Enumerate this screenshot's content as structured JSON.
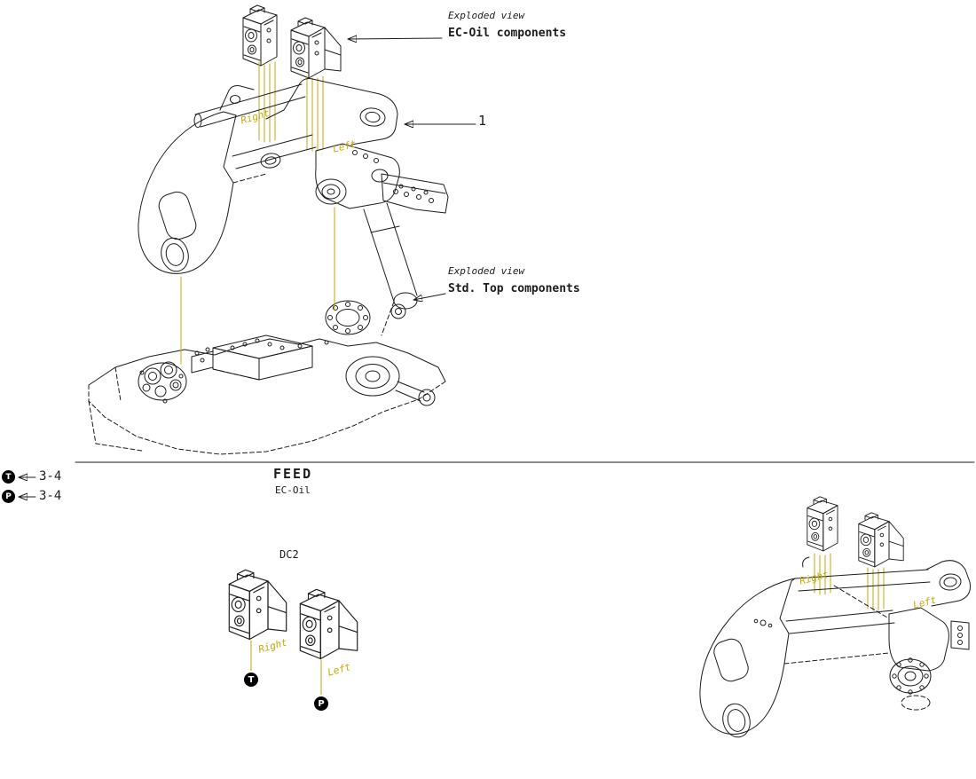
{
  "colors": {
    "background": "#ffffff",
    "line": "#1c1c1c",
    "accent": "#c8a70a"
  },
  "top_view": {
    "ec_oil_callout": {
      "title": "Exploded view",
      "subtitle": "EC-Oil components"
    },
    "std_top_callout": {
      "title": "Exploded view",
      "subtitle": "Std. Top components"
    },
    "item_number": "1",
    "label_right": "Right",
    "label_left": "Left"
  },
  "feed_section": {
    "title": "FEED",
    "subtitle": "EC-Oil",
    "markers": [
      {
        "symbol": "T",
        "ref": "3-4"
      },
      {
        "symbol": "P",
        "ref": "3-4"
      }
    ]
  },
  "dc2_view": {
    "title": "DC2",
    "label_right": "Right",
    "label_left": "Left",
    "port_t": "T",
    "port_p": "P"
  },
  "right_view": {
    "label_right": "Right",
    "label_left": "Left"
  }
}
